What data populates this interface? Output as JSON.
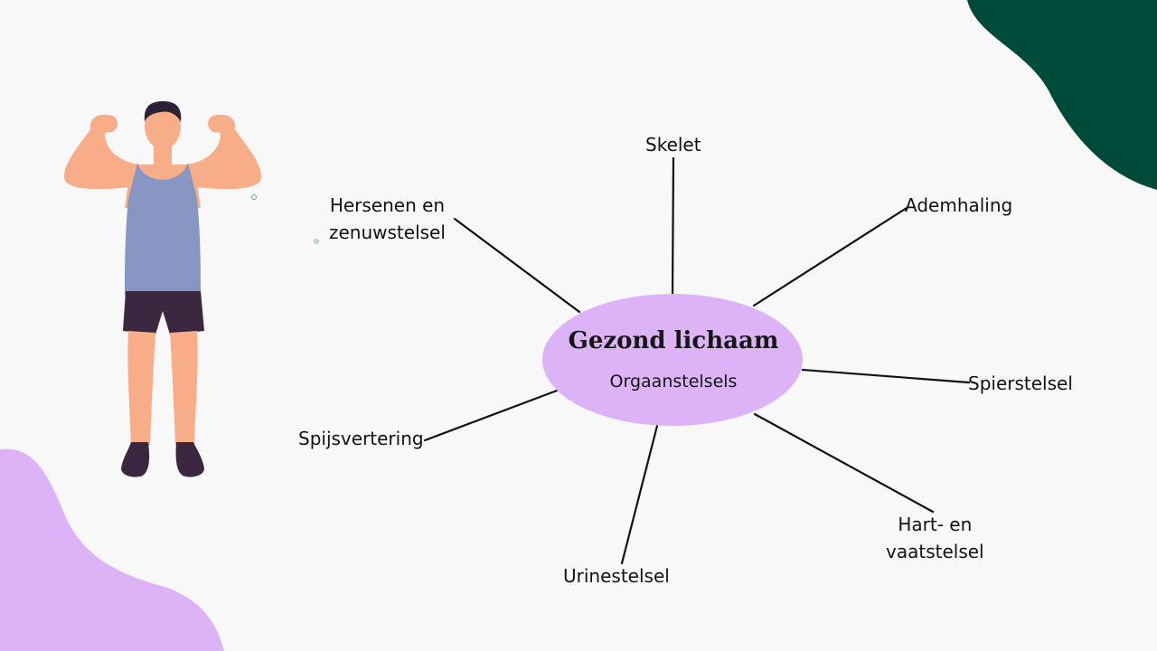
{
  "colors": {
    "background": "#f8f8f8",
    "ellipse": "#ddb3f8",
    "blob_purple": "#ddb3f8",
    "blob_green": "#004a3a",
    "line": "#111111",
    "tank_top": "#8896c4",
    "shorts": "#3b2840",
    "skin": "#f7ae88",
    "hair": "#2c2236"
  },
  "center": {
    "title": "Gezond lichaam",
    "subtitle": "Orgaanstelsels"
  },
  "branches": [
    {
      "id": "skelet",
      "label": "Skelet"
    },
    {
      "id": "ademhaling",
      "label": "Ademhaling"
    },
    {
      "id": "spierstelsel",
      "label": "Spierstelsel"
    },
    {
      "id": "hart",
      "label": "Hart- en\nvaatstelsel"
    },
    {
      "id": "urine",
      "label": "Urinestelsel"
    },
    {
      "id": "spijs",
      "label": "Spijsvertering"
    },
    {
      "id": "hersenen",
      "label": "Hersenen en\nzenuwstelsel"
    }
  ],
  "illustration": {
    "icon": "flexing-man-icon"
  }
}
